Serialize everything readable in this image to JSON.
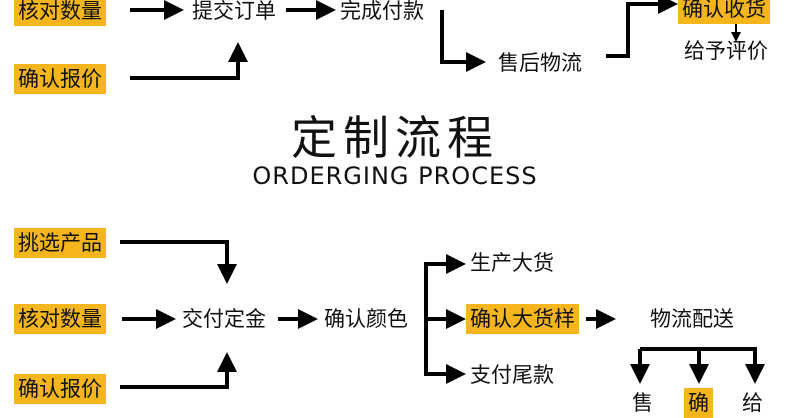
{
  "top_flow": {
    "count_qty": "核对数量",
    "submit_order": "提交订单",
    "complete_payment": "完成付款",
    "confirm_quote": "确认报价",
    "after_sales_logistics": "售后物流",
    "confirm_receipt": "确认收货",
    "give_review": "给予评价"
  },
  "title": {
    "chinese": "定制流程",
    "english": "ORDERGING PROCESS"
  },
  "bottom_flow": {
    "select_product": "挑选产品",
    "count_qty": "核对数量",
    "confirm_quote": "确认报价",
    "pay_deposit": "交付定金",
    "confirm_color": "确认颜色",
    "mass_production": "生产大货",
    "confirm_bulk_sample": "确认大货样",
    "pay_balance": "支付尾款",
    "logistics_delivery": "物流配送",
    "end_1": "售",
    "end_2": "确",
    "end_3": "给"
  },
  "colors": {
    "highlight": "#f5b51c",
    "arrow": "#000000"
  }
}
